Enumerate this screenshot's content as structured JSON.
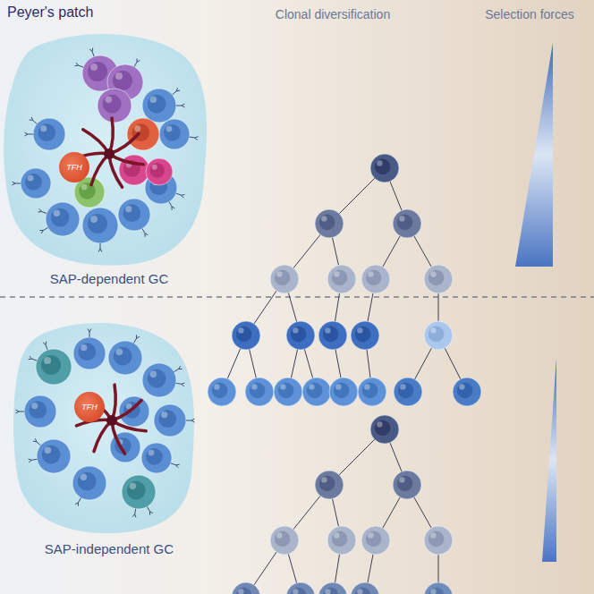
{
  "diagram": {
    "title": "Peyer's patch",
    "nodes": [
      {
        "text": [
          "SAP-dependent GC"
        ]
      },
      {
        "text": [
          "TFH"
        ],
        "in": 0
      },
      {
        "text": [
          "SAP-independent GC"
        ]
      },
      {
        "text": [
          "TFH"
        ],
        "in": 2
      }
    ],
    "labels": [
      "Clonal diversification",
      "Selection forces"
    ]
  }
}
